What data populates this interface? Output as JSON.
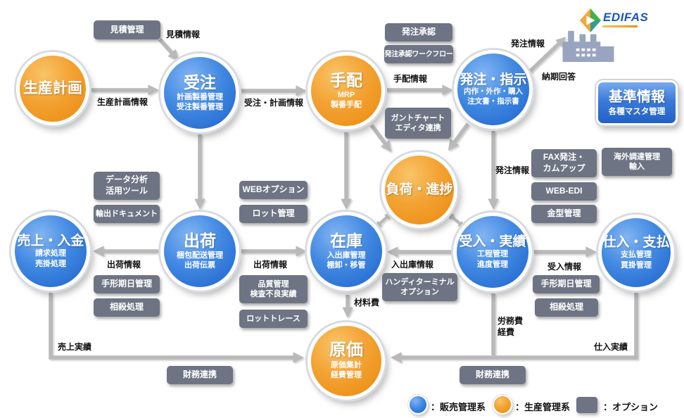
{
  "brand": {
    "logo_text": "EDIFAS"
  },
  "master_box": {
    "title": "基準情報",
    "subtitle": "各種マスタ管理"
  },
  "nodes": {
    "production_plan": {
      "title": "生産計画"
    },
    "order": {
      "title": "受注",
      "sub1": "計画製番管理",
      "sub2": "受注製番管理"
    },
    "arrange": {
      "title": "手配",
      "sub1": "MRP",
      "sub2": "製番手配"
    },
    "purchase_order": {
      "title": "発注・指示",
      "sub1": "内作・外作・購入",
      "sub2": "注文書・指示書"
    },
    "load_progress": {
      "title": "負荷・進捗"
    },
    "sales_deposit": {
      "title": "売上・入金",
      "sub1": "請求処理",
      "sub2": "売掛処理"
    },
    "shipping": {
      "title": "出荷",
      "sub1": "梱包配送管理",
      "sub2": "出荷伝票"
    },
    "inventory": {
      "title": "在庫",
      "sub1": "入出庫管理",
      "sub2": "棚卸・移管"
    },
    "receiving": {
      "title": "受入・実績",
      "sub1": "工程管理",
      "sub2": "進度管理"
    },
    "purchasing_payment": {
      "title": "仕入・支払",
      "sub1": "支払管理",
      "sub2": "買掛管理"
    },
    "cost": {
      "title": "原価",
      "sub1": "原価集計",
      "sub2": "経費管理"
    }
  },
  "options": {
    "estimate": {
      "line1": "見積管理"
    },
    "po_approval": {
      "line1": "発注承認"
    },
    "po_workflow": {
      "line1": "発注承認ワークフロー"
    },
    "gantt": {
      "line1": "ガントチャート",
      "line2": "エディタ連携"
    },
    "fax_order": {
      "line1": "FAX発注・",
      "line2": "カムアップ"
    },
    "overseas": {
      "line1": "海外調達管理",
      "line2": "輸入"
    },
    "web_edi": {
      "line1": "WEB-EDI"
    },
    "mold": {
      "line1": "金型管理"
    },
    "data_analysis": {
      "line1": "データ分析",
      "line2": "活用ツール"
    },
    "export_doc": {
      "line1": "輸出ドキュメント"
    },
    "web_option": {
      "line1": "WEBオプション"
    },
    "lot_mgmt": {
      "line1": "ロット管理"
    },
    "bill_due_left": {
      "line1": "手形期日管理"
    },
    "offset_left": {
      "line1": "相殺処理"
    },
    "quality": {
      "line1": "品質管理",
      "line2": "検査不良実績"
    },
    "lot_trace": {
      "line1": "ロットトレース"
    },
    "handy": {
      "line1": "ハンディターミナル",
      "line2": "オプション"
    },
    "bill_due_right": {
      "line1": "手形期日管理"
    },
    "offset_right": {
      "line1": "相殺処理"
    },
    "finance_left": {
      "line1": "財務連携"
    },
    "finance_right": {
      "line1": "財務連携"
    }
  },
  "flows": {
    "estimate_info": "見積情報",
    "production_plan_info": "生産計画情報",
    "order_plan_info": "受注・計画情報",
    "arrange_info": "手配情報",
    "po_info_top": "発注情報",
    "delivery_reply": "納期回答",
    "po_info": "発注情報",
    "shipping_info_left": "出荷情報",
    "shipping_info_center": "出荷情報",
    "inout_info": "入出庫情報",
    "receiving_info": "受入情報",
    "material_cost": "材料費",
    "labor_cost": "労務費",
    "expense": "経費",
    "sales_result": "売上実績",
    "purchase_result": "仕入実績"
  },
  "legend": {
    "sales_label": "：販売管理系",
    "production_label": "：生産管理系",
    "option_label": "：オプション"
  }
}
